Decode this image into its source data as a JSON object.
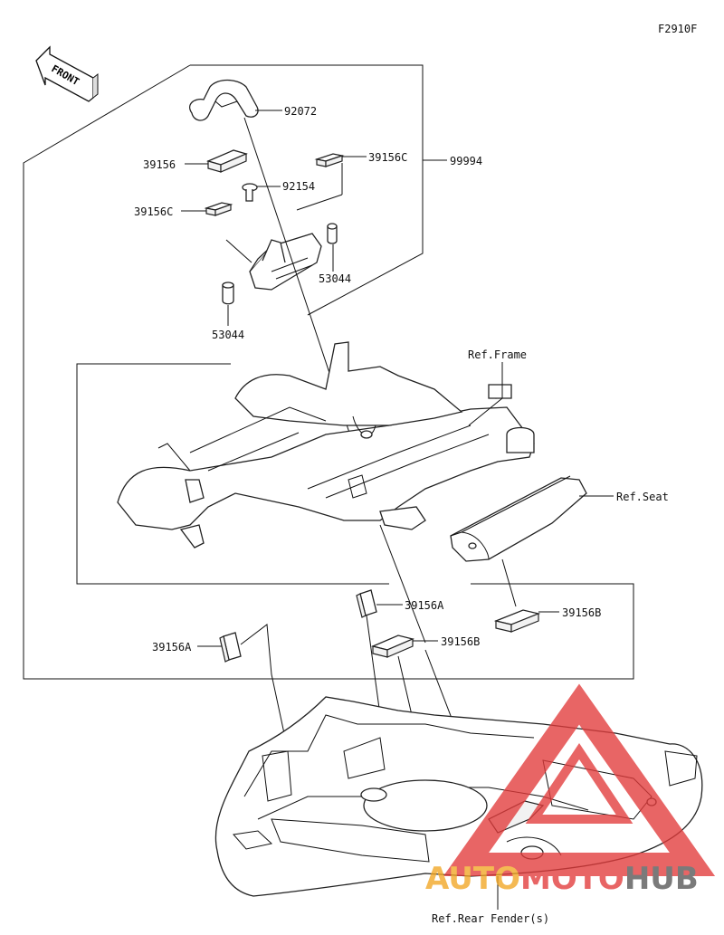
{
  "figure_code": "F2910F",
  "front_label": "FRONT",
  "parts": {
    "p92072": "92072",
    "p39156_top": "39156",
    "p39156C_right": "39156C",
    "p99994": "99994",
    "p92154": "92154",
    "p39156C_left": "39156C",
    "p53044_right": "53044",
    "p53044_left": "53044",
    "p39156A_center": "39156A",
    "p39156B_right": "39156B",
    "p39156A_left": "39156A",
    "p39156B_center": "39156B"
  },
  "refs": {
    "frame": "Ref.Frame",
    "seat": "Ref.Seat",
    "rear_fender": "Ref.Rear Fender(s)"
  },
  "watermark": {
    "left": "AUTO",
    "mid": "MOTO",
    "right": "HUB",
    "color_red": "#e23b3b",
    "color_orange": "#f2a623",
    "color_dark": "#555555"
  }
}
